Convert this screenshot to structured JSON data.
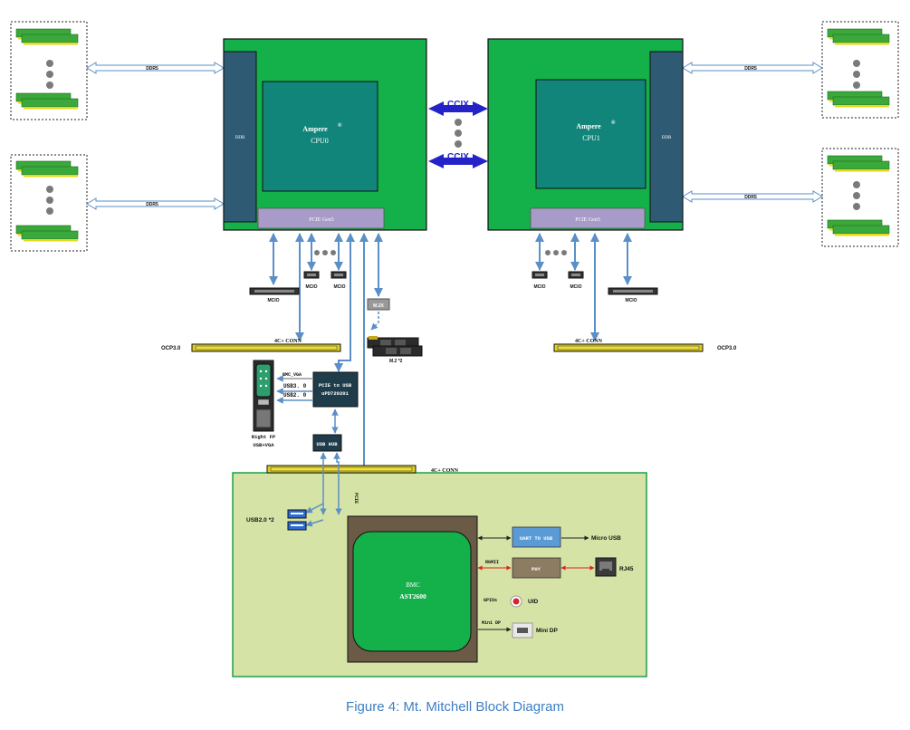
{
  "cpu0": {
    "brand": "Ampere",
    "name": "CPU0",
    "ddr": "DDR",
    "pcie": "PCIE Gen5"
  },
  "cpu1": {
    "brand": "Ampere",
    "name": "CPU1",
    "ddr": "DDR",
    "pcie": "PCIE Gen5"
  },
  "registered_mark": "®",
  "links": {
    "ccix_top": "CCIX",
    "ccix_bottom": "CCIX",
    "ddr5_tl": "DDR5",
    "ddr5_bl": "DDR5",
    "ddr5_tr": "DDR5",
    "ddr5_br": "DDR5"
  },
  "connectors": {
    "mcio_left_wide": "MCIO",
    "mcio_left_1": "MCIO",
    "mcio_left_2": "MCIO",
    "mcio_right_1": "MCIO",
    "mcio_right_2": "MCIO",
    "mcio_right_wide": "MCIO",
    "ocp_left_title": "4C+ CONN",
    "ocp_left_label": "OCP3.0",
    "ocp_right_title": "4C+ CONN",
    "ocp_right_label": "OCP3.0",
    "m2_box": "M.2X",
    "m2_label": "M.2 *2",
    "bottom_conn": "4C+ CONN"
  },
  "pcie_usb": {
    "title": "PCIE to USB",
    "part": "uPD720201",
    "bmc_vga": "BMC_VGA",
    "usb3": "USB3. 0",
    "usb2": "USB2. 0",
    "usb_hub": "USB HUB",
    "front_panel_1": "Right FP",
    "front_panel_2": "USB+VGA"
  },
  "bmc": {
    "name": "BMC",
    "chip": "AST2600",
    "pcie_label": "PCIE",
    "usb20_label": "USB2.0 *2",
    "uart": "UART TO USB",
    "micro_usb": "Micro USB",
    "rgmii": "RGMII",
    "phy": "PHY",
    "rj45": "RJ45",
    "gpios": "GPIOs",
    "uid": "UID",
    "mini_dp_sig": "Mini DP",
    "mini_dp": "Mini DP"
  },
  "caption": "Figure 4: Mt. Mitchell Block Diagram",
  "colors": {
    "board_green": "#14b04a",
    "cpu_teal": "#12857a",
    "ddr_slate": "#2e5a73",
    "pcie_lavender": "#a99bc9",
    "link_blue": "#5b8fc7",
    "ccix_blue": "#2323c8",
    "bmc_board": "#d5e3a6",
    "bmc_frame": "#6b5a45",
    "phy_brown": "#8c7c62",
    "uart_blue": "#5b9bd5",
    "dimm_green": "#3aa83a",
    "dimm_gold": "#e8d81a",
    "caption_blue": "#3c7fc4",
    "rgmii_red": "#e0201c"
  }
}
